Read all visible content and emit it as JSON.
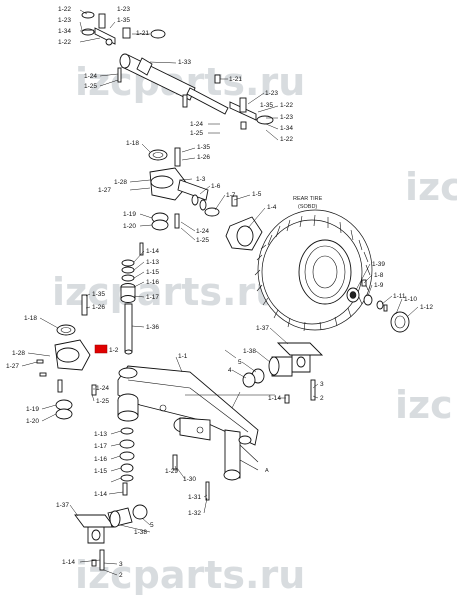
{
  "watermark": {
    "text": "izcparts.ru",
    "short": "izc",
    "color": "#b9c0c6"
  },
  "annotations": {
    "rear_tire": "REAR TIRE",
    "rear_tire_code": "(SOBD)",
    "point_a": "A"
  },
  "highlight_color": "#e00000",
  "labels": {
    "l01": "1-22",
    "l02": "1-23",
    "l03": "1-35",
    "l04": "1-23",
    "l05": "1-34",
    "l06": "1-22",
    "l07": "1-21",
    "l08": "1-33",
    "l09": "1-24",
    "l10": "1-25",
    "l11": "1-21",
    "l12": "1-23",
    "l13": "1-35",
    "l14": "1-22",
    "l15": "1-23",
    "l16": "1-24",
    "l17": "1-34",
    "l18": "1-25",
    "l19": "1-22",
    "l20": "1-35",
    "l21": "1-18",
    "l22": "1-26",
    "l23": "1-3",
    "l24": "1-28",
    "l25": "1-6",
    "l26": "1-27",
    "l27": "1-7",
    "l28": "1-5",
    "l29": "1-4",
    "l30": "1-19",
    "l31": "1-20",
    "l32": "1-24",
    "l33": "1-25",
    "l34": "1-14",
    "l35": "1-13",
    "l36": "1-15",
    "l37": "1-16",
    "l38": "1-17",
    "l39": "1-39",
    "l40": "1-8",
    "l41": "1-9",
    "l42": "1-11",
    "l43": "1-10",
    "l44": "1-12",
    "l45": "1-35",
    "l46": "1-26",
    "l47": "1-18",
    "l48": "1-36",
    "l49": "1-37",
    "l50": "1-28",
    "l51": "1-2",
    "l52": "1-27",
    "l53": "1-38",
    "l54": "1-1",
    "l55": "5",
    "l56": "4",
    "l57": "3",
    "l58": "1-24",
    "l59": "2",
    "l60": "1-25",
    "l61": "1-19",
    "l62": "1-14",
    "l63": "1-20",
    "l64": "1-13",
    "l65": "1-17",
    "l66": "1-29",
    "l67": "1-16",
    "l68": "1-15",
    "l69": "1-30",
    "l70": "1-14",
    "l71": "1-31",
    "l72": "1-37",
    "l73": "5",
    "l74": "1-32",
    "l75": "1-38",
    "l76": "1-14",
    "l77": "3",
    "l78": "2"
  }
}
